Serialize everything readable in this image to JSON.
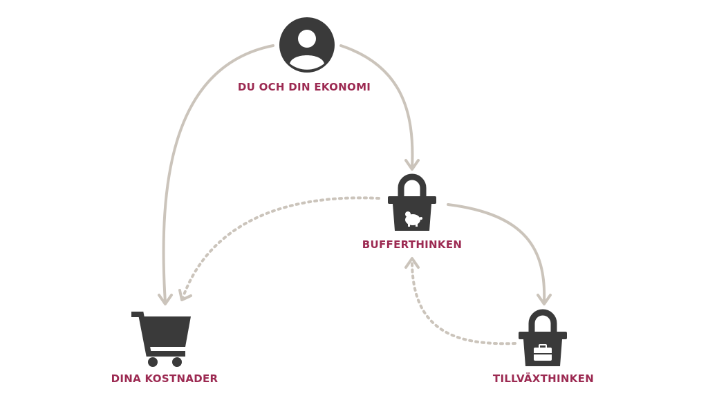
{
  "colors": {
    "icon": "#3a3a3a",
    "label": "#9c2a52",
    "arrow": "#cbc4bb",
    "background": "#ffffff"
  },
  "nodes": {
    "you": {
      "label": "DU OCH DIN EKONOMI",
      "icon": "user-avatar-icon"
    },
    "buffer": {
      "label": "BUFFERTHINKEN",
      "icon": "bucket-piggy-bank-icon"
    },
    "costs": {
      "label": "DINA KOSTNADER",
      "icon": "shopping-cart-icon"
    },
    "growth": {
      "label": "TILLVÄXTHINKEN",
      "icon": "bucket-briefcase-icon"
    }
  },
  "edges": [
    {
      "from": "you",
      "to": "costs",
      "style": "solid"
    },
    {
      "from": "you",
      "to": "buffer",
      "style": "solid"
    },
    {
      "from": "buffer",
      "to": "growth",
      "style": "solid"
    },
    {
      "from": "buffer",
      "to": "costs",
      "style": "dotted"
    },
    {
      "from": "growth",
      "to": "buffer",
      "style": "dotted"
    }
  ]
}
